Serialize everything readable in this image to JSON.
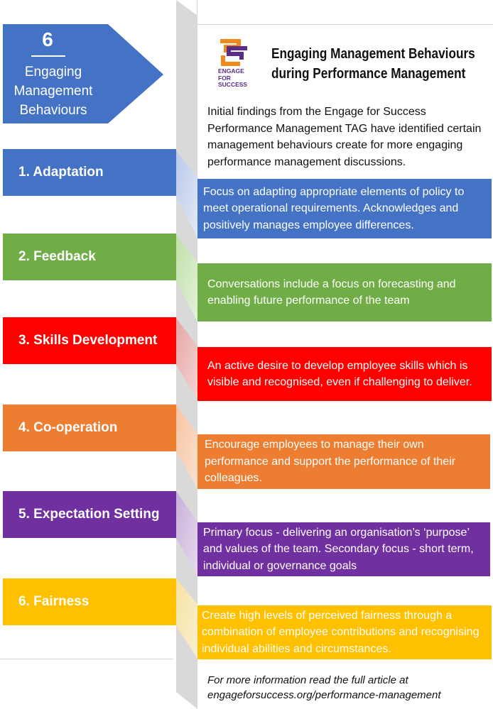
{
  "header_arrow": {
    "number": "6",
    "lines": [
      "Engaging",
      "Management",
      "Behaviours"
    ]
  },
  "brand": {
    "logo_text": [
      "ENGAGE",
      "FOR",
      "SUCCESS"
    ],
    "title_lines": [
      "Engaging Management Behaviours",
      "during Performance Management"
    ],
    "colors": {
      "orange": "#f0891e",
      "purple": "#5b2d86"
    }
  },
  "intro": "Initial findings from the Engage for Success Performance Management TAG have identified certain management behaviours create for more engaging performance management discussions.",
  "behaviours": [
    {
      "label": "1.  Adaptation",
      "color": "#4472c4",
      "desc": "Focus on adapting appropriate elements of policy to meet operational requirements. Acknowledges and positively manages  employee differences."
    },
    {
      "label": "2.  Feedback",
      "color": "#70ad47",
      "desc": "Conversations include a focus on forecasting and enabling future performance of the team"
    },
    {
      "label": "3.  Skills Development",
      "color": "#ff0000",
      "desc": "An active desire to develop employee skills which is visible and recognised, even if challenging to deliver."
    },
    {
      "label": "4. Co-operation",
      "color": "#ed7d31",
      "desc": "Encourage employees to manage their own performance and support the performance of their colleagues."
    },
    {
      "label": "5. Expectation Setting",
      "color": "#7030a0",
      "desc": "Primary focus - delivering an organisation’s ‘purpose’ and  values of the team.  Secondary focus - short term, individual or governance  goals"
    },
    {
      "label": "6. Fairness",
      "color": "#ffc000",
      "desc": "Create high levels of perceived fairness through a combination of employee contributions and recognising  individual  abilities and circumstances."
    }
  ],
  "footer": [
    "For more information read the full article at",
    "engageforsuccess.org/performance-management"
  ],
  "colors": {
    "arrow": "#4472c4",
    "spine": "#d9d9d9"
  }
}
